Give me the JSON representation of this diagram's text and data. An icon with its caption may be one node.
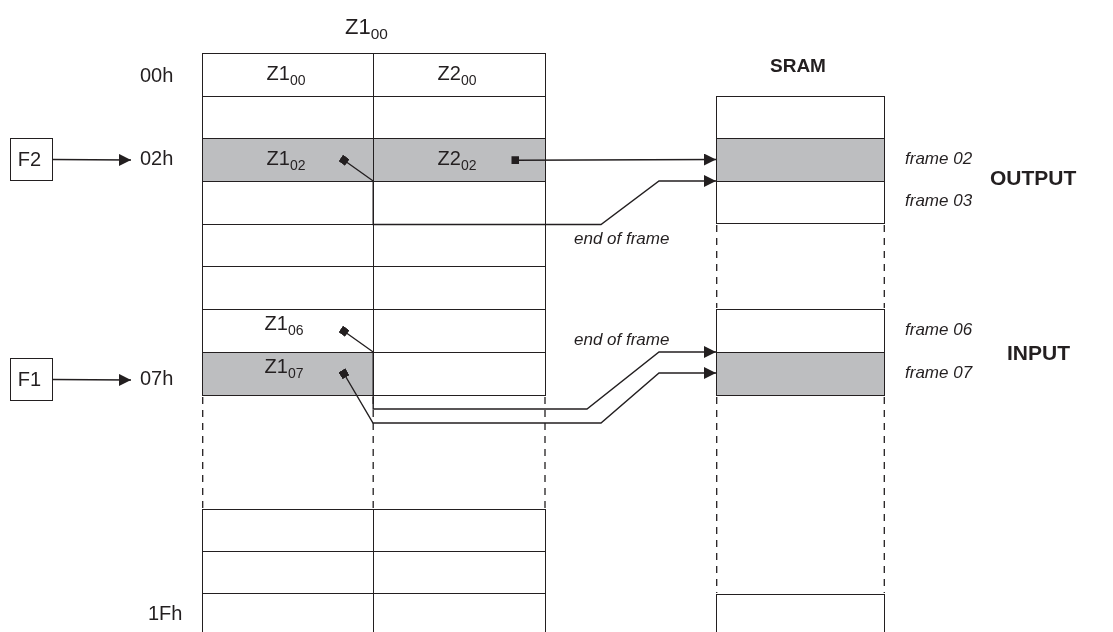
{
  "diagram": {
    "nodes": [
      {
        "text": [
          "F2"
        ]
      },
      {
        "text": [
          "02h"
        ]
      },
      {
        "text": [
          "F1"
        ]
      },
      {
        "text": [
          "07h"
        ]
      },
      {
        "text": [
          "Z1$_{00}$"
        ]
      },
      {
        "text": [
          "Z2$_{00}$"
        ]
      },
      {
        "text": [],
        "shape": "box"
      },
      {
        "text": [],
        "shape": "box"
      },
      {
        "text": [
          "Z1$_{02}$"
        ]
      },
      {
        "text": [
          "Z2$_{02}$"
        ]
      },
      {
        "text": [],
        "shape": "box"
      },
      {
        "text": [],
        "shape": "box"
      },
      {
        "text": [],
        "shape": "box"
      },
      {
        "text": [],
        "shape": "box"
      },
      {
        "text": [],
        "shape": "box"
      },
      {
        "text": [],
        "shape": "box"
      },
      {
        "text": [
          "Z1$_{06}$"
        ]
      },
      {
        "text": [],
        "shape": "box"
      },
      {
        "text": [
          "Z1$_{07}$"
        ]
      },
      {
        "text": [],
        "shape": "box"
      },
      {
        "text": [],
        "shape": "box"
      },
      {
        "text": [],
        "shape": "box"
      },
      {
        "text": [],
        "shape": "box"
      },
      {
        "text": [],
        "shape": "box"
      },
      {
        "text": [],
        "shape": "box"
      },
      {
        "text": [],
        "shape": "box"
      },
      {
        "text": [],
        "shape": "box"
      },
      {
        "text": [],
        "shape": "box",
        "beside": [
          "frame 02"
        ]
      },
      {
        "text": [],
        "shape": "box",
        "beside": [
          "frame 03"
        ]
      },
      {
        "text": [],
        "shape": "box",
        "beside": [
          "frame 06"
        ]
      },
      {
        "text": [],
        "shape": "box",
        "beside": [
          "frame 07"
        ]
      },
      {
        "text": [],
        "shape": "box"
      }
    ],
    "edges": [
      {
        "from": 0,
        "to": 1,
        "arrow": "to"
      },
      {
        "from": 2,
        "to": 3,
        "arrow": "to"
      },
      {
        "from": 9,
        "to": 27,
        "arrow": "to"
      },
      {
        "from": 8,
        "to": 28,
        "arrow": "to",
        "label": "end of frame"
      },
      {
        "from": 16,
        "to": 29,
        "arrow": "to",
        "label": "end of frame"
      },
      {
        "from": 18,
        "to": 30,
        "arrow": "to"
      }
    ],
    "labels": [
      "Z1$_{00}$",
      "00h",
      "SRAM",
      "OUTPUT",
      "INPUT",
      "1Fh"
    ]
  }
}
